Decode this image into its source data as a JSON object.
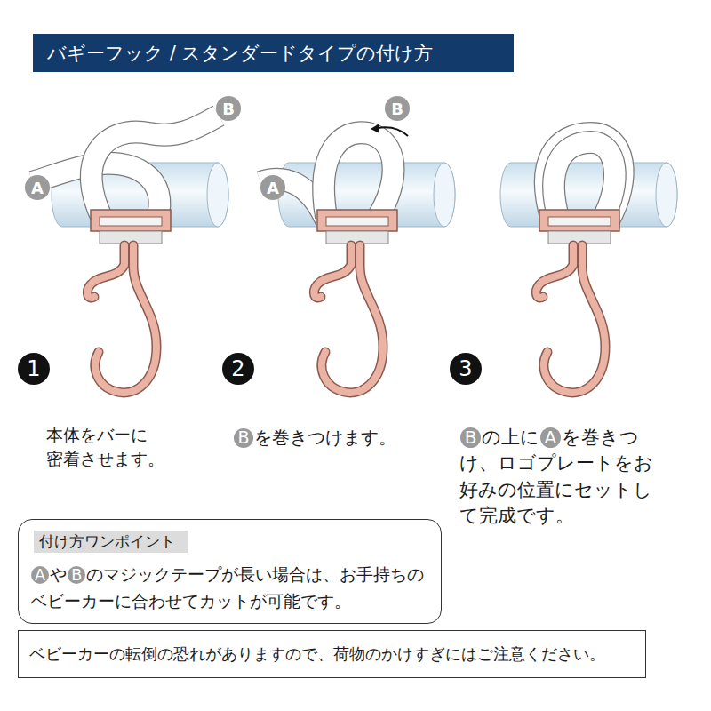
{
  "diagram": {
    "title": "バギーフック / スタンダードタイプの付け方",
    "nodes": [
      {
        "text": [
          "B"
        ]
      },
      {
        "text": [
          "B"
        ]
      },
      {
        "text": [
          "A"
        ]
      },
      {
        "text": [
          "A"
        ]
      },
      {
        "text": [
          "1"
        ]
      },
      {
        "text": [
          "2"
        ]
      },
      {
        "text": [
          "3"
        ]
      },
      {
        "text": [
          "付け方ワンポイント",
          "A",
          "や",
          "B",
          "のマジックテープが長い場合は、お手持ちのベビーカーに合わせてカットが可能です。"
        ]
      },
      {
        "text": [
          "ベビーカーの転倒の恐れがありますので、荷物のかけすぎにはご注意ください。"
        ]
      }
    ],
    "labels": [
      "本体をバーに 密着させます。",
      "B",
      "を巻きつけます。",
      "B",
      "の上に",
      "A",
      "を巻きつけ、ロゴプレートをお好みの位置にセットして完成です。"
    ]
  }
}
